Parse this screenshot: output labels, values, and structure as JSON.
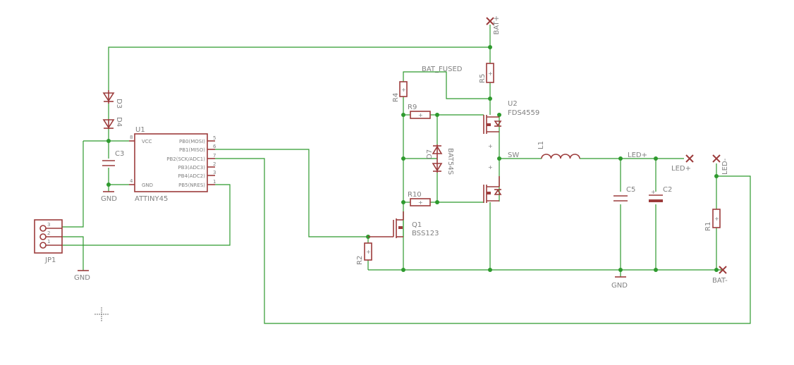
{
  "components": {
    "u1": {
      "ref": "U1",
      "value": "ATTINY45",
      "pins_left": [
        {
          "name": "VCC",
          "num": "8"
        },
        {
          "name": "GND",
          "num": "4"
        }
      ],
      "pins_right": [
        {
          "name": "PB0(MOSI)",
          "num": "5"
        },
        {
          "name": "PB1(MISO)",
          "num": "6"
        },
        {
          "name": "PB2(SCK/ADC1)",
          "num": "7"
        },
        {
          "name": "PB3(ADC3)",
          "num": "2"
        },
        {
          "name": "PB4(ADC2)",
          "num": "3"
        },
        {
          "name": "PB5(NRES)",
          "num": "1"
        }
      ]
    },
    "u2": {
      "ref": "U2",
      "value": "FDS4559"
    },
    "d3": {
      "ref": "D3"
    },
    "d4": {
      "ref": "D4"
    },
    "d7": {
      "ref": "D7",
      "value": "BAT54S"
    },
    "c2": {
      "ref": "C2"
    },
    "c3": {
      "ref": "C3"
    },
    "c5": {
      "ref": "C5"
    },
    "r1": {
      "ref": "R1"
    },
    "r2": {
      "ref": "R2"
    },
    "r4": {
      "ref": "R4"
    },
    "r5": {
      "ref": "R5"
    },
    "r9": {
      "ref": "R9"
    },
    "r10": {
      "ref": "R10"
    },
    "l1": {
      "ref": "L1"
    },
    "q1": {
      "ref": "Q1",
      "value": "BSS123"
    },
    "jp1": {
      "ref": "JP1",
      "pins": [
        "3",
        "2",
        "1"
      ]
    }
  },
  "nets": {
    "bat_plus": "BAT+",
    "bat_minus": "BAT-",
    "bat_fused": "BAT_FUSED",
    "sw": "SW",
    "led_plus": "LED+",
    "led_plus_port": "LED+",
    "led_minus": "LED-",
    "gnd_c3": "GND",
    "gnd_jp1": "GND",
    "gnd_main": "GND"
  }
}
